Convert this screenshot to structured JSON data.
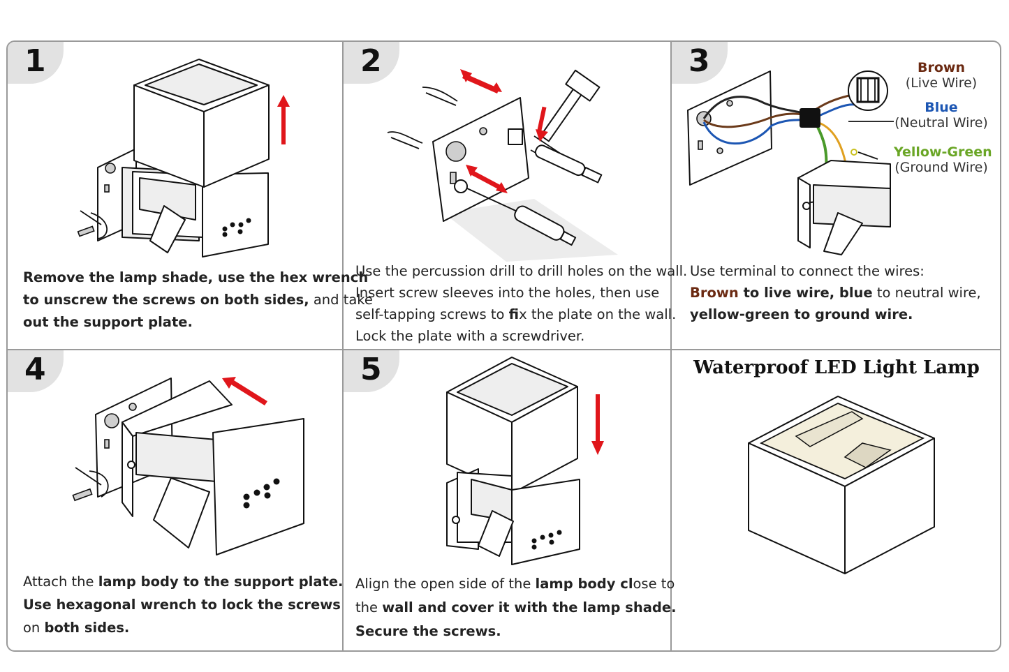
{
  "steps": [
    {
      "number": "1",
      "lines": [
        [
          {
            "t": "Remove the lamp shade, use the hex wrench",
            "b": true
          }
        ],
        [
          {
            "t": "to unscrew the screws on both sides,",
            "b": true
          },
          {
            "t": " and take",
            "b": false
          }
        ],
        [
          {
            "t": "out the support plate.",
            "b": true
          }
        ]
      ]
    },
    {
      "number": "2",
      "lines": [
        [
          {
            "t": "Use the percussion drill to drill holes on the wall.",
            "b": false
          }
        ],
        [
          {
            "t": "Insert screw sleeves into the holes, then use",
            "b": false
          }
        ],
        [
          {
            "t": "self-tapping screws to ",
            "b": false
          },
          {
            "t": "fi",
            "b": true
          },
          {
            "t": "x the plate on the wall.",
            "b": false
          }
        ],
        [
          {
            "t": "Lock the plate with a screwdriver.",
            "b": false
          }
        ]
      ]
    },
    {
      "number": "3",
      "lines": [
        [
          {
            "t": "Use terminal to connect the wires:",
            "b": false
          }
        ],
        [
          {
            "t": "Brown",
            "b": true,
            "c": "brown"
          },
          {
            "t": " to live wire, blue",
            "b": true
          },
          {
            "t": " to neutral wire,",
            "b": false
          }
        ],
        [
          {
            "t": "yellow-green to ground wire.",
            "b": true
          }
        ]
      ]
    },
    {
      "number": "4",
      "lines": [
        [
          {
            "t": "Attach the ",
            "b": false
          },
          {
            "t": "lamp body to the support plate.",
            "b": true
          }
        ],
        [
          {
            "t": "Use hexagonal wrench to lock the screws",
            "b": true
          }
        ],
        [
          {
            "t": "on ",
            "b": false
          },
          {
            "t": "both sides.",
            "b": true
          }
        ]
      ]
    },
    {
      "number": "5",
      "lines": [
        [
          {
            "t": "Align the open side of the ",
            "b": false
          },
          {
            "t": "lamp body cl",
            "b": true
          },
          {
            "t": "ose to",
            "b": false
          }
        ],
        [
          {
            "t": "the ",
            "b": false
          },
          {
            "t": "wall and cover it with the lamp shade.",
            "b": true
          }
        ],
        [
          {
            "t": "Secure the screws.",
            "b": true
          }
        ]
      ]
    }
  ],
  "wires": [
    {
      "color_name": "Brown",
      "desc": "(Live Wire)",
      "hex": "#6b2a12"
    },
    {
      "color_name": "Blue",
      "desc": "(Neutral Wire)",
      "hex": "#1c56b3"
    },
    {
      "color_name": "Yellow-Green",
      "desc": "(Ground Wire)",
      "hex": "#6aa626"
    }
  ],
  "product_title": "Waterproof LED Light Lamp",
  "colors": {
    "border": "#9a9a9a",
    "tab": "#e2e2e2",
    "arrow": "#e0161b",
    "brown_text": "#6b2a12"
  }
}
